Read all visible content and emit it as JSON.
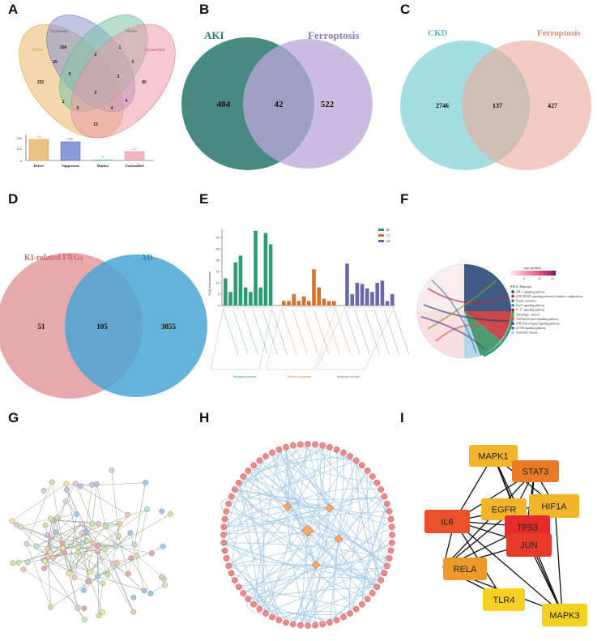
{
  "panel_labels": [
    "A",
    "B",
    "C",
    "D",
    "E",
    "F",
    "G",
    "H",
    "I"
  ],
  "panelA": {
    "sets": [
      "Suppressor",
      "Marker",
      "Driver",
      "Unclassified"
    ],
    "colors": {
      "Suppressor": "#8896cf",
      "Marker": "#7ec4a6",
      "Driver": "#e8b864",
      "Unclassified": "#ee9aa8"
    },
    "numbers": [
      "232",
      "15",
      "208",
      "2",
      "1",
      "0",
      "80",
      "0",
      "2",
      "3",
      "1",
      "0",
      "4",
      "4",
      "13"
    ],
    "bars": [
      {
        "label": "Driver",
        "value": "256",
        "color": "#e8c383"
      },
      {
        "label": "Suppressor",
        "value": "228",
        "color": "#8a9ad6"
      },
      {
        "label": "Marker",
        "value": "5",
        "color": "#6fc4a8"
      },
      {
        "label": "Unclassified",
        "value": "110",
        "color": "#f2b8c0"
      }
    ],
    "yticks": [
      "0",
      "122",
      "244"
    ]
  },
  "panelB": {
    "left_label": "AKI",
    "right_label": "Ferroptosis",
    "left_only": "404",
    "overlap": "42",
    "right_only": "522"
  },
  "panelC": {
    "left_label": "CKD",
    "right_label": "Ferroptosis",
    "left_only": "2746",
    "overlap": "137",
    "right_only": "427"
  },
  "panelD": {
    "left_label": "KI-related FRGs",
    "right_label": "AD",
    "left_only": "51",
    "overlap": "105",
    "right_only": "3855"
  },
  "panelE": {
    "ylabel": "Fold Enrichment",
    "yticks": [
      "0",
      "5",
      "10",
      "15",
      "20",
      "25",
      "30"
    ],
    "legend": [
      {
        "name": "BP",
        "color": "#2a9d72"
      },
      {
        "name": "CC",
        "color": "#d9702a"
      },
      {
        "name": "MF",
        "color": "#6a6aaa"
      }
    ],
    "groups": [
      "Biological process",
      "Cellular component",
      "Molecular function"
    ],
    "chart_data": {
      "type": "bar",
      "ylabel": "Fold Enrichment",
      "ylim": [
        0,
        34
      ],
      "series": [
        {
          "name": "BP",
          "values": [
            12,
            6,
            19,
            22,
            8,
            6,
            33,
            8,
            32,
            27
          ]
        },
        {
          "name": "CC",
          "values": [
            2,
            2,
            5,
            2,
            4,
            2,
            16,
            8,
            3,
            2,
            2
          ]
        },
        {
          "name": "MF",
          "values": [
            18.5,
            5,
            10,
            9.5,
            7.5,
            6,
            10,
            11,
            2,
            5
          ]
        }
      ]
    }
  },
  "panelF": {
    "legend_title": "-log10(pvalue)",
    "scale_ticks": [
      "5",
      "10",
      "15"
    ],
    "pathways_title": "KEGG Pathways",
    "pathways": [
      {
        "name": "HIF-1 signaling pathway",
        "color": "#1f3f6e"
      },
      {
        "name": "AGE-RAGE signaling pathway in diabetic complications",
        "color": "#c1272d"
      },
      {
        "name": "Insulin resistance",
        "color": "#2e8b57"
      },
      {
        "name": "FoxO signaling pathway",
        "color": "#4682b4"
      },
      {
        "name": "IL-17 signaling pathway",
        "color": "#8b1a1a"
      },
      {
        "name": "Autophagy - animal",
        "color": "#7d9c3a"
      },
      {
        "name": "Toll-like receptor signaling pathway",
        "color": "#d9534f"
      },
      {
        "name": "NOD-like receptor signaling pathway",
        "color": "#5a3e85"
      },
      {
        "name": "mTOR signaling pathway",
        "color": "#2b6cb0"
      },
      {
        "name": "Alzheimer disease",
        "color": "#a8d0e6"
      }
    ]
  },
  "panelI": {
    "nodes": [
      {
        "label": "MAPK1",
        "color": "#f2b52a"
      },
      {
        "label": "EGFR",
        "color": "#f2b52a"
      },
      {
        "label": "STAT3",
        "color": "#eb7a24"
      },
      {
        "label": "IL6",
        "color": "#e8522a"
      },
      {
        "label": "HIF1A",
        "color": "#f2b52a"
      },
      {
        "label": "TP53",
        "color": "#e42a2a"
      },
      {
        "label": "JUN",
        "color": "#e63a2a"
      },
      {
        "label": "RELA",
        "color": "#ee9a2a"
      },
      {
        "label": "TLR4",
        "color": "#f5d020"
      },
      {
        "label": "MAPK3",
        "color": "#f5d020"
      }
    ]
  }
}
